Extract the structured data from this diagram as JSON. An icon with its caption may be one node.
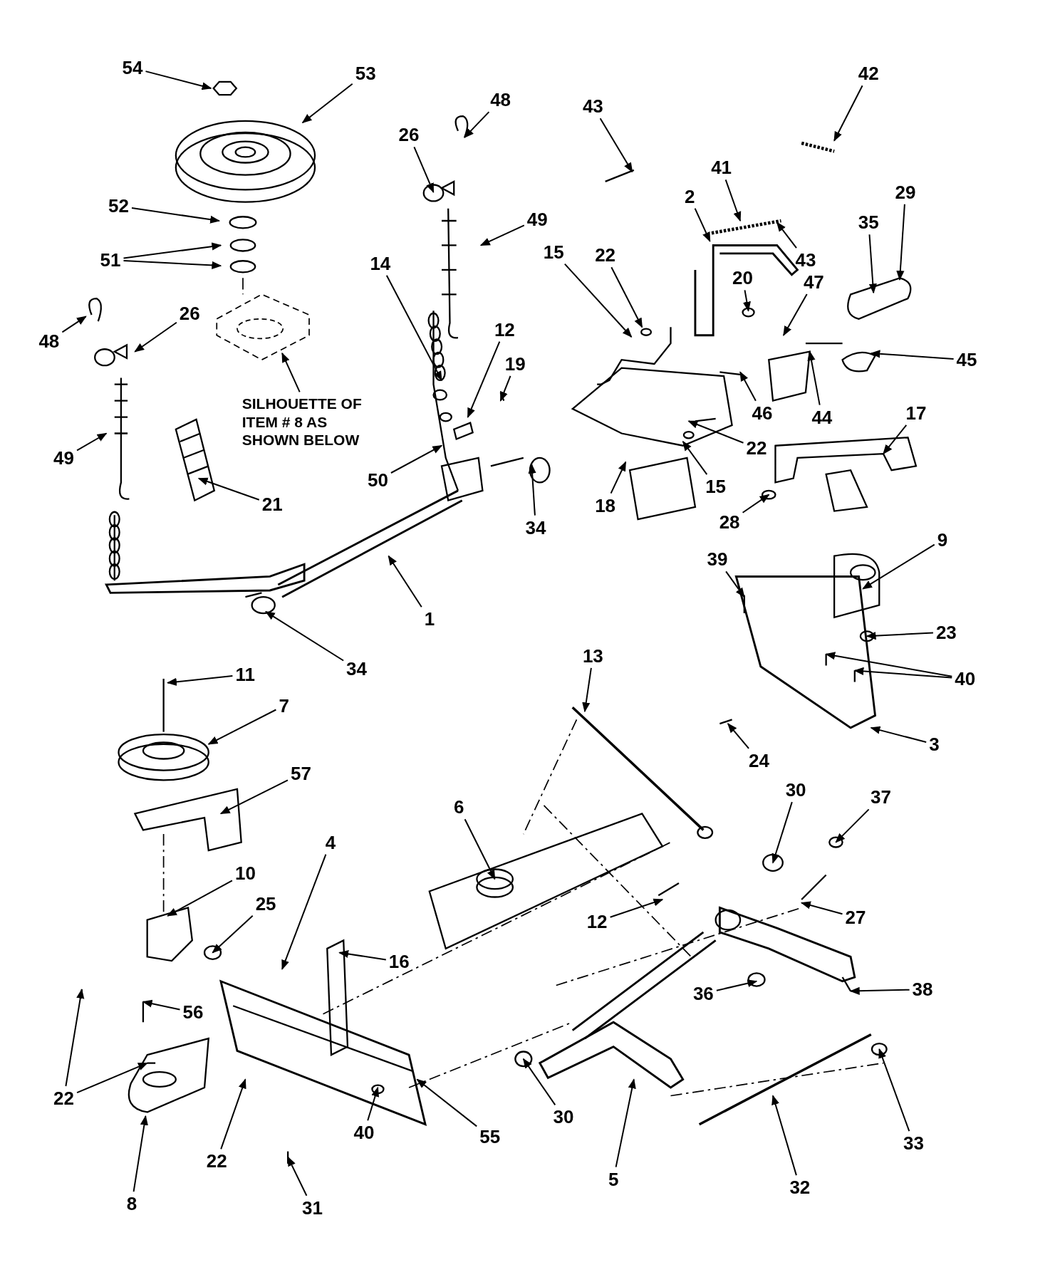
{
  "diagram": {
    "nodes": [
      {
        "text": [
          "54"
        ]
      },
      {
        "text": [
          "53"
        ]
      },
      {
        "text": [
          "52"
        ]
      },
      {
        "text": [
          "51"
        ]
      },
      {
        "text": [
          "48"
        ]
      },
      {
        "text": [
          "26"
        ]
      },
      {
        "text": [
          "49"
        ]
      },
      {
        "text": [
          "43"
        ]
      },
      {
        "text": [
          "42"
        ]
      },
      {
        "text": [
          "41"
        ]
      },
      {
        "text": [
          "2"
        ]
      },
      {
        "text": [
          "43"
        ]
      },
      {
        "text": [
          "35"
        ]
      },
      {
        "text": [
          "29"
        ]
      },
      {
        "text": [
          "15"
        ]
      },
      {
        "text": [
          "22"
        ]
      },
      {
        "text": [
          "20"
        ]
      },
      {
        "text": [
          "47"
        ]
      },
      {
        "text": [
          "14"
        ]
      },
      {
        "text": [
          "12"
        ]
      },
      {
        "text": [
          "19"
        ]
      },
      {
        "text": [
          "45"
        ]
      },
      {
        "text": [
          "48"
        ]
      },
      {
        "text": [
          "26"
        ]
      },
      {
        "text": [
          "46"
        ]
      },
      {
        "text": [
          "44"
        ]
      },
      {
        "text": [
          "22"
        ]
      },
      {
        "text": [
          "15"
        ]
      },
      {
        "text": [
          "17"
        ]
      },
      {
        "text": [
          "50"
        ]
      },
      {
        "text": [
          "34"
        ]
      },
      {
        "text": [
          "18"
        ]
      },
      {
        "text": [
          "49"
        ]
      },
      {
        "text": [
          "21"
        ]
      },
      {
        "text": [
          "SILHOUETTE OF ITEM # 8 AS SHOWN BELOW"
        ]
      },
      {
        "text": [
          "28"
        ]
      },
      {
        "text": [
          "9"
        ]
      },
      {
        "text": [
          "39"
        ]
      },
      {
        "text": [
          "23"
        ]
      },
      {
        "text": [
          "40"
        ]
      },
      {
        "text": [
          "1"
        ]
      },
      {
        "text": [
          "34"
        ]
      },
      {
        "text": [
          "13"
        ]
      },
      {
        "text": [
          "24"
        ]
      },
      {
        "text": [
          "3"
        ]
      },
      {
        "text": [
          "11"
        ]
      },
      {
        "text": [
          "7"
        ]
      },
      {
        "text": [
          "57"
        ]
      },
      {
        "text": [
          "6"
        ]
      },
      {
        "text": [
          "30"
        ]
      },
      {
        "text": [
          "37"
        ]
      },
      {
        "text": [
          "10"
        ]
      },
      {
        "text": [
          "12"
        ]
      },
      {
        "text": [
          "27"
        ]
      },
      {
        "text": [
          "25"
        ]
      },
      {
        "text": [
          "4"
        ]
      },
      {
        "text": [
          "16"
        ]
      },
      {
        "text": [
          "38"
        ]
      },
      {
        "text": [
          "36"
        ]
      },
      {
        "text": [
          "56"
        ]
      },
      {
        "text": [
          "22"
        ]
      },
      {
        "text": [
          "55"
        ]
      },
      {
        "text": [
          "40"
        ]
      },
      {
        "text": [
          "30"
        ]
      },
      {
        "text": [
          "5"
        ]
      },
      {
        "text": [
          "33"
        ]
      },
      {
        "text": [
          "32"
        ]
      },
      {
        "text": [
          "22"
        ]
      },
      {
        "text": [
          "8"
        ]
      },
      {
        "text": [
          "31"
        ]
      }
    ],
    "edges": [
      {
        "from": 0,
        "to": null,
        "arrow": "to"
      },
      {
        "from": 1,
        "to": null,
        "arrow": "to"
      },
      {
        "from": 2,
        "to": null,
        "arrow": "to"
      },
      {
        "from": 3,
        "to": null,
        "arrow": "to"
      },
      {
        "from": 3,
        "to": null,
        "arrow": "to"
      },
      {
        "from": 4,
        "to": null,
        "arrow": "to"
      },
      {
        "from": 5,
        "to": null,
        "arrow": "to"
      },
      {
        "from": 6,
        "to": null,
        "arrow": "to"
      },
      {
        "from": 7,
        "to": null,
        "arrow": "to"
      },
      {
        "from": 8,
        "to": null,
        "arrow": "to"
      },
      {
        "from": 9,
        "to": null,
        "arrow": "to"
      },
      {
        "from": 10,
        "to": null,
        "arrow": "to"
      },
      {
        "from": 11,
        "to": null,
        "arrow": "to"
      },
      {
        "from": 12,
        "to": null,
        "arrow": "to"
      },
      {
        "from": 13,
        "to": null,
        "arrow": "to"
      },
      {
        "from": 14,
        "to": null,
        "arrow": "to"
      },
      {
        "from": 15,
        "to": null,
        "arrow": "to"
      },
      {
        "from": 16,
        "to": null,
        "arrow": "to"
      },
      {
        "from": 17,
        "to": null,
        "arrow": "to"
      },
      {
        "from": 18,
        "to": null,
        "arrow": "to"
      },
      {
        "from": 19,
        "to": null,
        "arrow": "to"
      },
      {
        "from": 20,
        "to": null,
        "arrow": "to"
      },
      {
        "from": 21,
        "to": null,
        "arrow": "to"
      },
      {
        "from": 22,
        "to": null,
        "arrow": "to"
      },
      {
        "from": 23,
        "to": null,
        "arrow": "to"
      },
      {
        "from": 24,
        "to": null,
        "arrow": "to"
      },
      {
        "from": 25,
        "to": null,
        "arrow": "to"
      },
      {
        "from": 26,
        "to": null,
        "arrow": "to"
      },
      {
        "from": 27,
        "to": null,
        "arrow": "to"
      },
      {
        "from": 28,
        "to": null,
        "arrow": "to"
      },
      {
        "from": 29,
        "to": null,
        "arrow": "to"
      },
      {
        "from": 30,
        "to": null,
        "arrow": "to"
      },
      {
        "from": 31,
        "to": null,
        "arrow": "to"
      },
      {
        "from": 32,
        "to": null,
        "arrow": "to"
      },
      {
        "from": 33,
        "to": null,
        "arrow": "to"
      },
      {
        "from": 34,
        "to": null,
        "arrow": "to"
      },
      {
        "from": 35,
        "to": null,
        "arrow": "to"
      },
      {
        "from": 36,
        "to": null,
        "arrow": "to"
      },
      {
        "from": 37,
        "to": null,
        "arrow": "to"
      },
      {
        "from": 38,
        "to": null,
        "arrow": "to"
      },
      {
        "from": 39,
        "to": null,
        "arrow": "to"
      },
      {
        "from": 39,
        "to": null,
        "arrow": "to"
      },
      {
        "from": 40,
        "to": null,
        "arrow": "to"
      },
      {
        "from": 41,
        "to": null,
        "arrow": "to"
      },
      {
        "from": 42,
        "to": null,
        "arrow": "to"
      },
      {
        "from": 43,
        "to": null,
        "arrow": "to"
      },
      {
        "from": 44,
        "to": null,
        "arrow": "to"
      },
      {
        "from": 45,
        "to": null,
        "arrow": "to"
      },
      {
        "from": 46,
        "to": null,
        "arrow": "to"
      },
      {
        "from": 47,
        "to": null,
        "arrow": "to"
      },
      {
        "from": 48,
        "to": null,
        "arrow": "to"
      },
      {
        "from": 49,
        "to": null,
        "arrow": "to"
      },
      {
        "from": 50,
        "to": null,
        "arrow": "to"
      },
      {
        "from": 51,
        "to": null,
        "arrow": "to"
      },
      {
        "from": 52,
        "to": null,
        "arrow": "to"
      },
      {
        "from": 53,
        "to": null,
        "arrow": "to"
      },
      {
        "from": 54,
        "to": null,
        "arrow": "to"
      },
      {
        "from": 55,
        "to": null,
        "arrow": "to"
      },
      {
        "from": 56,
        "to": null,
        "arrow": "to"
      },
      {
        "from": 57,
        "to": null,
        "arrow": "to"
      },
      {
        "from": 58,
        "to": null,
        "arrow": "to"
      },
      {
        "from": 59,
        "to": null,
        "arrow": "to"
      },
      {
        "from": 60,
        "to": null,
        "arrow": "to"
      },
      {
        "from": 60,
        "to": null,
        "arrow": "to"
      },
      {
        "from": 61,
        "to": null,
        "arrow": "to"
      },
      {
        "from": 62,
        "to": null,
        "arrow": "to"
      },
      {
        "from": 63,
        "to": null,
        "arrow": "to"
      },
      {
        "from": 64,
        "to": null,
        "arrow": "to"
      },
      {
        "from": 65,
        "to": null,
        "arrow": "to"
      },
      {
        "from": 66,
        "to": null,
        "arrow": "to"
      },
      {
        "from": 67,
        "to": null,
        "arrow": "to"
      },
      {
        "from": 68,
        "to": null,
        "arrow": "to"
      },
      {
        "from": 69,
        "to": null,
        "arrow": "to"
      }
    ]
  }
}
